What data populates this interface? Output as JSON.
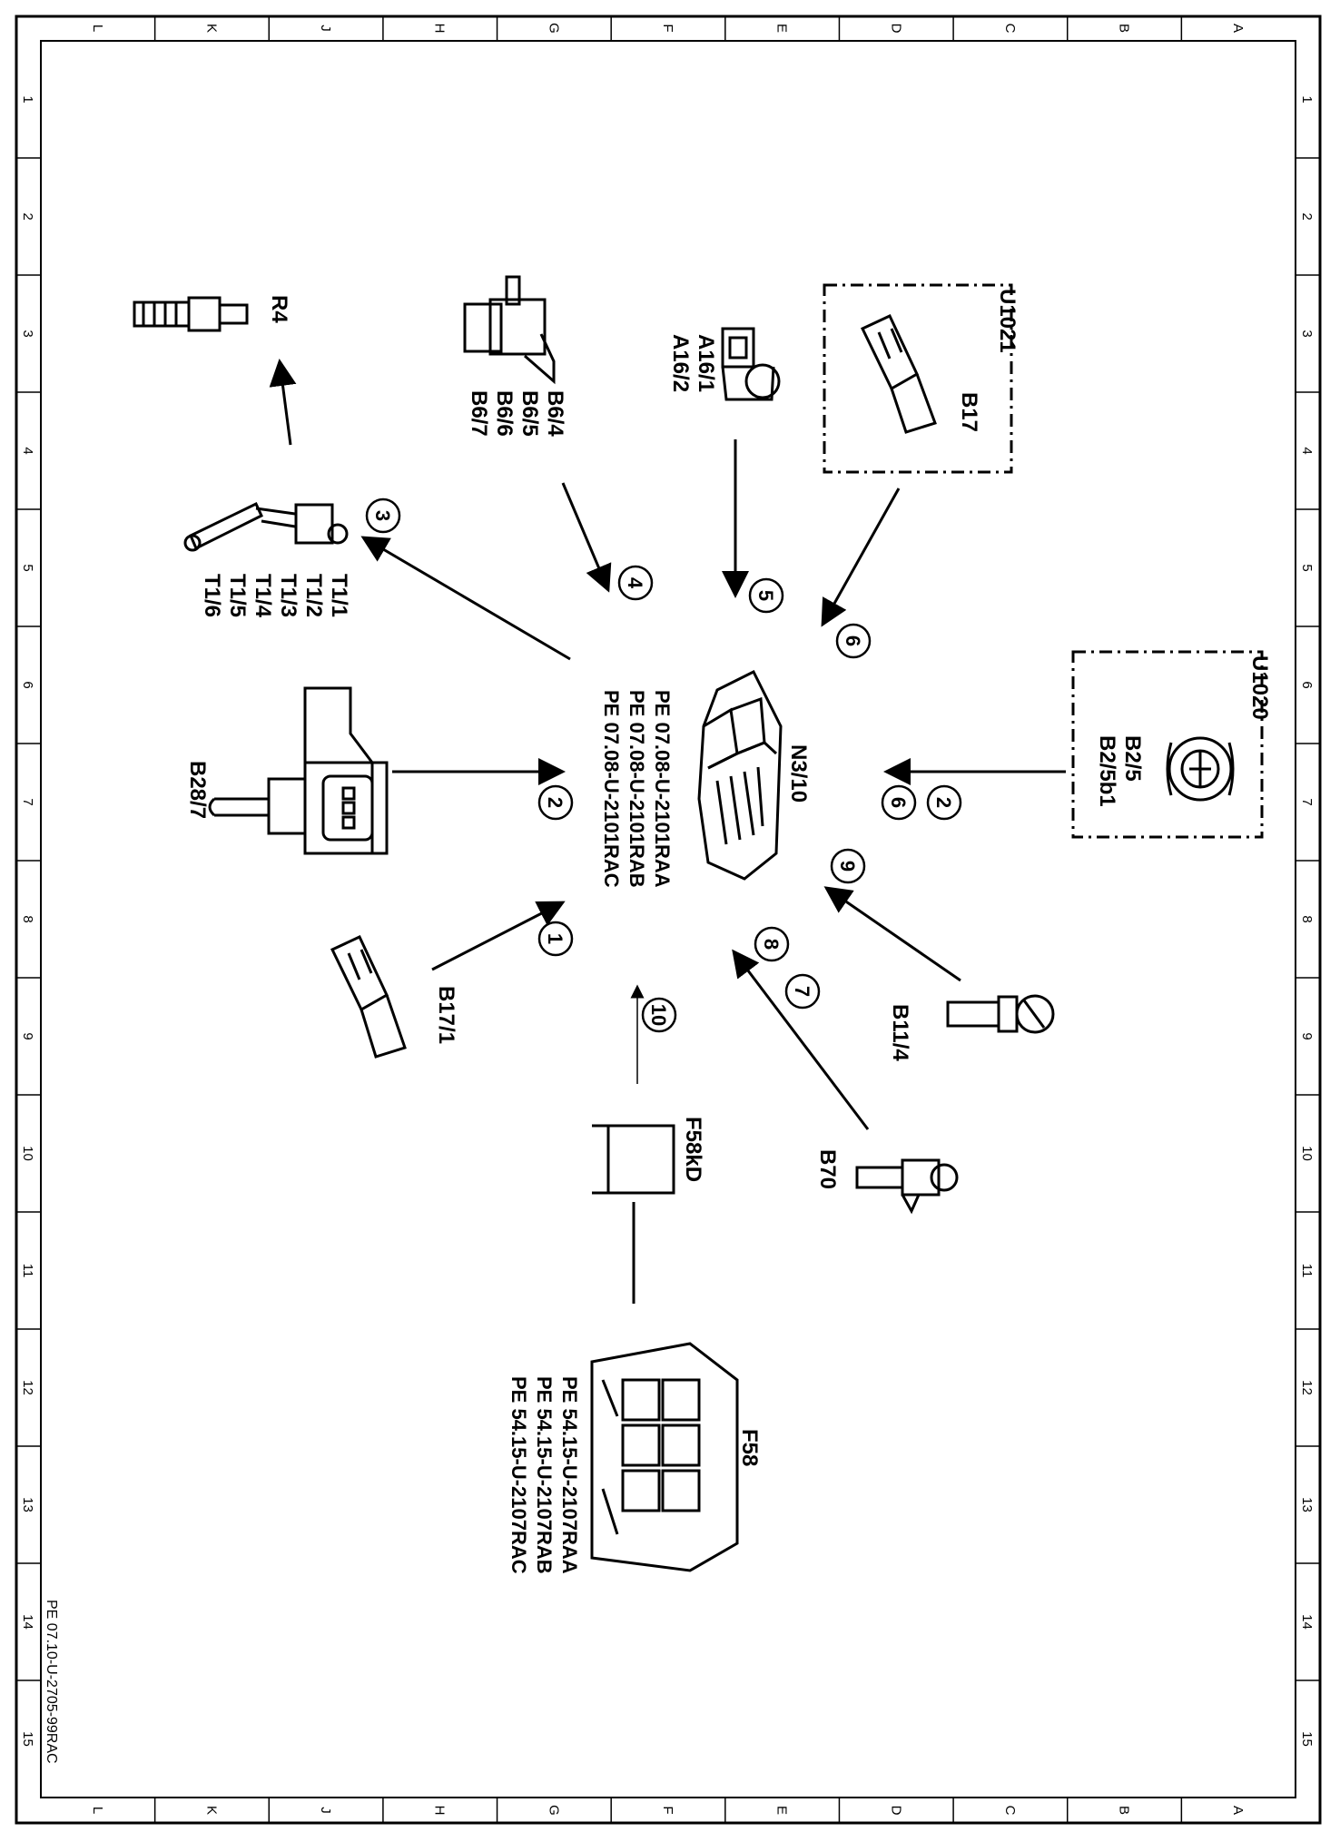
{
  "grid": {
    "columns": [
      "L",
      "K",
      "J",
      "H",
      "G",
      "F",
      "E",
      "D",
      "C",
      "B",
      "A"
    ],
    "rows": [
      "1",
      "2",
      "3",
      "4",
      "5",
      "6",
      "7",
      "8",
      "9",
      "10",
      "11",
      "12",
      "13",
      "14",
      "15"
    ]
  },
  "footer_code": "PE 07.10-U-2705-99RAC",
  "center": {
    "label": "N3/10",
    "refs": [
      "PE 07.08-U-2101RAA",
      "PE 07.08-U-2101RAB",
      "PE 07.08-U-2101RAC"
    ]
  },
  "components": {
    "r4": "R4",
    "t1": [
      "T1/1",
      "T1/2",
      "T1/3",
      "T1/4",
      "T1/5",
      "T1/6"
    ],
    "b6": [
      "B6/4",
      "B6/5",
      "B6/6",
      "B6/7"
    ],
    "a16": [
      "A16/1",
      "A16/2"
    ],
    "u1021": "U1021",
    "b17": "B17",
    "u1020": "U1020",
    "b2": [
      "B2/5",
      "B2/5b1"
    ],
    "b28": "B28/7",
    "b17_1": "B17/1",
    "b11": "B11/4",
    "b70": "B70",
    "f58kd": "F58kD",
    "f58": "F58",
    "f58_refs": [
      "PE 54.15-U-2107RAA",
      "PE 54.15-U-2107RAB",
      "PE 54.15-U-2107RAC"
    ]
  },
  "callouts": [
    "1",
    "2",
    "3",
    "4",
    "5",
    "6",
    "6",
    "2",
    "9",
    "8",
    "7",
    "10"
  ]
}
